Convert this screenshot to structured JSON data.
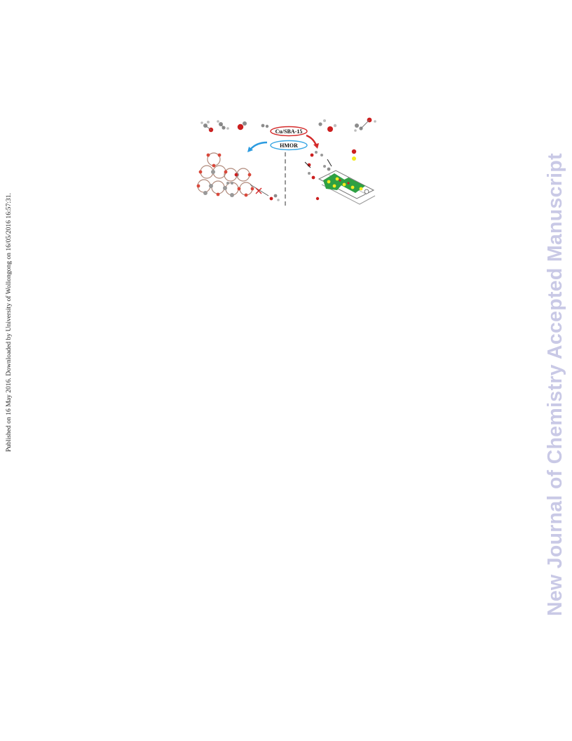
{
  "side_note": "Published on 16 May 2016. Downloaded by University of Wollongong on 16/05/2016 16:57:31.",
  "watermark": "New Journal of Chemistry Accepted Manuscript",
  "figure": {
    "label_top": "Cu/SBA-15",
    "label_bottom": "HMOR"
  },
  "colors": {
    "watermark": "#c9c9e6",
    "oxygen": "#cc1f1f",
    "carbon": "#8c8c8c",
    "copper": "#f2ea21",
    "framework_green": "#2ea043",
    "arrow_blue": "#2b9be0",
    "arrow_red": "#d42a2a",
    "ellipse_red": "#d42a2a",
    "ellipse_blue": "#3aa7e4"
  }
}
